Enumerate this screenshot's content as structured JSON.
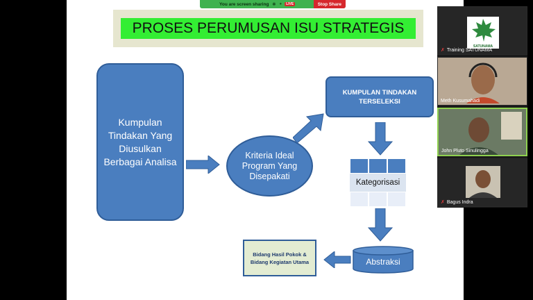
{
  "share_bar": {
    "status": "You are screen sharing",
    "live": "LIVE",
    "stop": "Stop Share"
  },
  "slide": {
    "title": "PROSES PERUMUSAN ISU STRATEGIS",
    "box_proposals": "Kumpulan Tindakan Yang Diusulkan Berbagai Analisa",
    "ellipse_criteria": "Kriteria Ideal Program Yang Disepakati",
    "box_selected": "KUMPULAN TINDAKAN TERSELEKSI",
    "categorization": "Kategorisasi",
    "abstraction": "Abstraksi",
    "box_result": "Bidang Hasil Pokok & Bidang Kegiatan Utama"
  },
  "participants": [
    {
      "name": "Training SATUNAMA",
      "logo_text": "SATUNAMA",
      "muted": true
    },
    {
      "name": "Meth Kusumahadi",
      "muted": false
    },
    {
      "name": "John Pluto Sinulingga",
      "muted": false,
      "active_speaker": true
    },
    {
      "name": "Bagus Indra",
      "muted": true
    }
  ],
  "colors": {
    "diagram_blue": "#4a7ebf",
    "title_green": "#33ee33",
    "share_green": "#3fb24f",
    "stop_red": "#d6282d"
  }
}
